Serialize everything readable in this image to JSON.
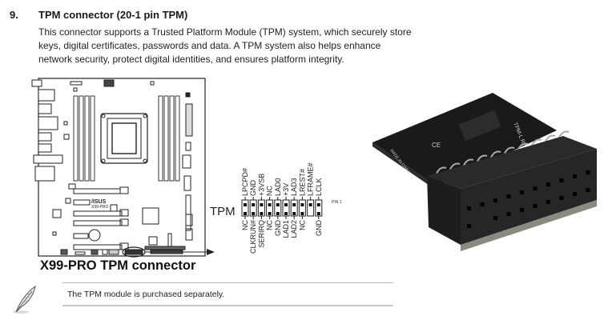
{
  "section": {
    "number": "9.",
    "title": "TPM connector (20-1 pin TPM)",
    "body": "This connector supports a Trusted Platform Module (TPM) system, which securely store keys, digital certificates, passwords and data. A TPM system also helps enhance network security, protect digital identities, and ensures platform integrity."
  },
  "motherboard": {
    "logo": "/ISUS",
    "model_label": "X99-PRO",
    "caption": "X99-PRO TPM connector"
  },
  "pinout": {
    "connector_label": "TPM",
    "pin1_label": "PIN 1",
    "top_row": [
      "LPCPD#",
      "GND",
      "+3VSB",
      "NC",
      "LAD0",
      "+3V",
      "LAD3",
      "LREST#",
      "LFRAME#",
      "LCLK"
    ],
    "bottom_row": [
      "NC",
      "CLKRUN#",
      "SERIRQ",
      "NC",
      "GND",
      "LAD1",
      "LAD2",
      "NC",
      "",
      "GND"
    ],
    "missing_pin": {
      "row": "bottom",
      "column": 9
    }
  },
  "module_photo": {
    "board_text": [
      "TPM-L R2.0",
      "MADE IN CHINA",
      "CE"
    ]
  },
  "note": {
    "icon": "quill-pen-icon",
    "text": "The TPM module is purchased separately."
  }
}
